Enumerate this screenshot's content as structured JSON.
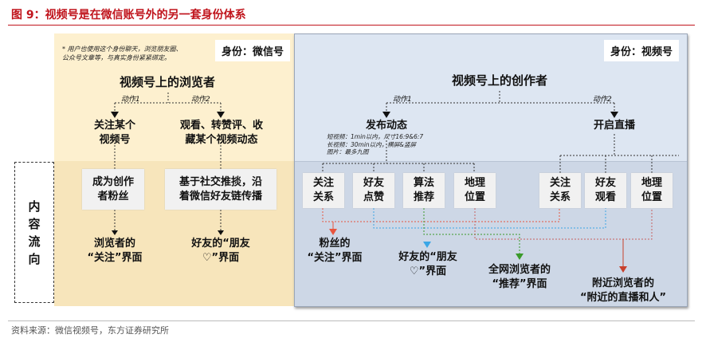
{
  "title": "图 9：视频号是在微信账号外的另一套身份体系",
  "source": "资料来源：微信视频号，东方证券研究所",
  "flow_label": "内容流向",
  "left": {
    "identity": "身份：微信号",
    "note": [
      "* 用户也使用这个身份聊天，浏览朋友圈、",
      "公众号文章等，与真实身份紧紧绑定。"
    ],
    "heading": "视频号上的浏览者",
    "action1": "动作1",
    "action2": "动作2",
    "step1": [
      "关注某个",
      "视频号"
    ],
    "step2": [
      "观看、转赞评、收",
      "藏某个视频动态"
    ],
    "box1": [
      "成为创作",
      "者粉丝"
    ],
    "box2": [
      "基于社交推掞，沿",
      "着微信好友链传播"
    ],
    "out1": [
      "浏览者的",
      "“关注”界面"
    ],
    "out2": [
      "好友的“朋友",
      "♡”界面"
    ]
  },
  "right": {
    "identity": "身份：视频号",
    "heading": "视频号上的创作者",
    "action1": "动作1",
    "action2": "动作2",
    "publish": "发布动态",
    "publish_notes": [
      "短视频：1min以内，尺寸16:9&6:7",
      "长视频：30min以内，横屏&竖屏",
      "图片：最多九图"
    ],
    "live": "开启直播",
    "boxes": [
      [
        "关注",
        "关系"
      ],
      [
        "好友",
        "点赞"
      ],
      [
        "算法",
        "推荐"
      ],
      [
        "地理",
        "位置"
      ],
      [
        "关注",
        "关系"
      ],
      [
        "好友",
        "观看"
      ],
      [
        "地理",
        "位置"
      ]
    ],
    "out1": [
      "粉丝的",
      "“关注”界面"
    ],
    "out2": [
      "好友的“朋友",
      "♡”界面"
    ],
    "out3": [
      "全网浏览者的",
      "“推荐”界面"
    ],
    "out4": [
      "附近浏览者的",
      "“附近的直播和人”"
    ]
  },
  "colors": {
    "red": "#e8553e",
    "blue": "#3aa6e6",
    "green": "#3a9a2a",
    "darkred": "#c8402c",
    "title": "#c0141c"
  }
}
